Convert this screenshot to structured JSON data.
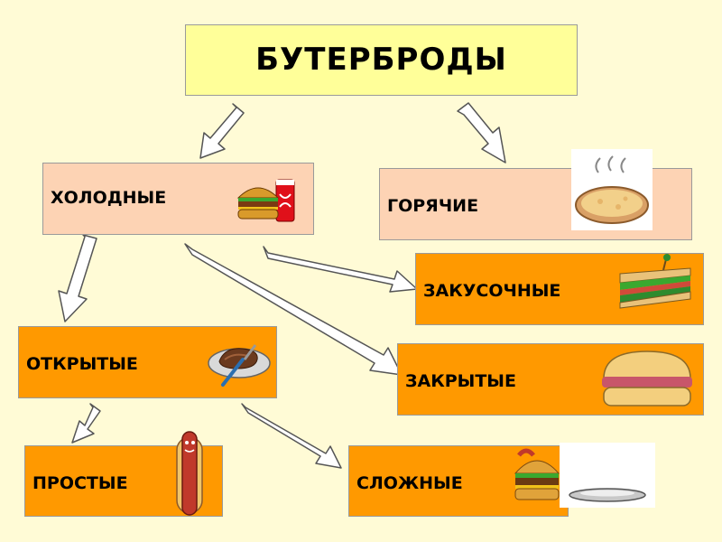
{
  "title": "БУТЕРБРОДЫ",
  "nodes": {
    "cold": "ХОЛОДНЫЕ",
    "hot": "ГОРЯЧИЕ",
    "snack": "ЗАКУСОЧНЫЕ",
    "open": "ОТКРЫТЫЕ",
    "closed": "ЗАКРЫТЫЕ",
    "simple": "ПРОСТЫЕ",
    "complex": "СЛОЖНЫЕ"
  },
  "colors": {
    "background": "#fffbd6",
    "title_fill": "#ffff99",
    "light_fill": "#fdd3b4",
    "orange_fill": "#ff9900"
  },
  "icons": {
    "cold": "burger-and-soda-icon",
    "hot": "pizza-icon",
    "snack": "club-sandwich-icon",
    "open": "steak-plate-icon",
    "closed": "burger-bun-icon",
    "simple": "hotdog-icon",
    "complex": "burger-icon",
    "complex_extra": "plate-icon"
  }
}
